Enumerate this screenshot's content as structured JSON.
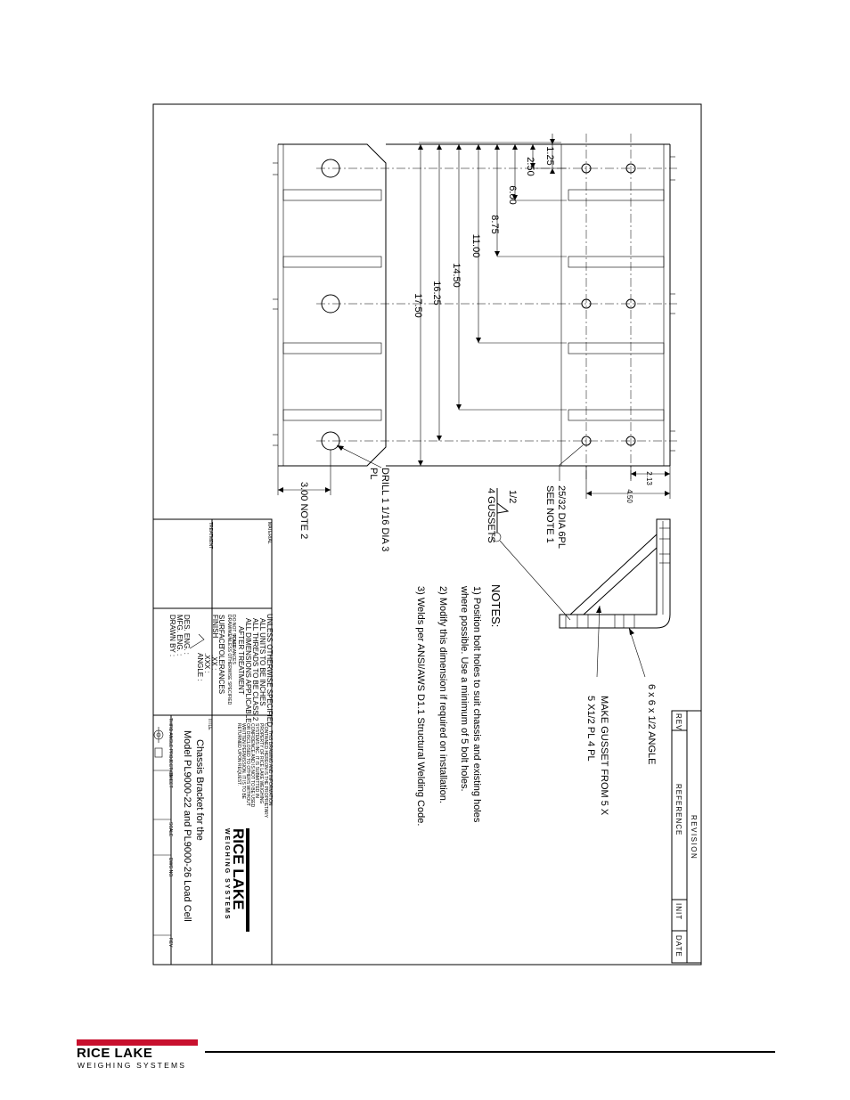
{
  "drawing": {
    "dimensions": [
      "1.25",
      "2.50",
      "6.00",
      "8.75",
      "11.00",
      "14.50",
      "16.25",
      "17.50",
      "2.13",
      "4.50",
      "3.00 NOTE 2"
    ],
    "callouts": {
      "bolt_holes_1": "25/32 DIA   6PL",
      "bolt_holes_2": "SEE NOTE 1",
      "drill_1": "DRILL 1 1/16 DIA 3",
      "drill_2": "PL",
      "weld_size": "1/2",
      "weld_count": "4 GUSSETS",
      "angle": "6 x 6 x 1/2 ANGLE",
      "gusset_1": "MAKE GUSSET FROM 5 X",
      "gusset_2": "5 X1/2 PL   4 PL"
    },
    "notes": {
      "heading": "NOTES:",
      "lines": [
        "1)  Position bolt holes to suit chassis and existing holes",
        "where possible. Use a minimum of 5 bolt holes.",
        "2)  Modify this dimension if required on installation.",
        "3)  Welds per ANSI/AWS D1.1 Structural    Welding Code."
      ]
    },
    "revision_block": {
      "title": "REVISION",
      "rev": "REV",
      "reference": "REFERENCE",
      "init": "INIT",
      "date": "DATE"
    },
    "title_block": {
      "company": "RICE LAKE",
      "company_sub": "WEIGHING SYSTEMS",
      "title_1": "Chassis Bracket for the",
      "title_2": "Model PL9000-22 and PL9000-26 Load Cell",
      "title_label": "TITLE",
      "material_label": "MATERIAL",
      "treatment_label": "TREATMENT",
      "tolerance_lines": [
        "UNLESS OTHERWISE SPECIFIED",
        "ALL UNITS TO BE INCHES",
        "ALL THREADS TO BE CLASS 2",
        "ALL DIMENSIONS APPLICABLE",
        "AFTER TREATMENT"
      ],
      "tolerance_small": [
        "DO NOT SCALE",
        "DRAWING",
        "TOLERANCES",
        "UNLESS OTHERWISE SPECIFIED"
      ],
      "finish_lines": [
        "SURFACE",
        "FINISH"
      ],
      "tol_values": [
        ".XX :",
        ".XXX :",
        "ANGLE :"
      ],
      "tol_heading": "TOLERANCES",
      "eng_lines": [
        "DES. ENG. :",
        "MFG. ENG. :",
        "DRAWN BY :"
      ],
      "proprietary_lines": [
        "THIS DRAWING AND INFORMATION",
        "CONTAINED HEREON IS THE PROPRIETARY",
        "PROPERTY OF RICE LAKE WEIGHING",
        "SYSTEMS INC. IT IS SUBMITTED IN",
        "CONFIDENCE AND IS NOT TO BE USED",
        "OR DISCLOSED TO OTHERS WITHOUT",
        "WRITTEN PERMISSION. IT IS TO BE",
        "RETURNED UPON REQUEST."
      ],
      "third_angle": "THIRD ANGLE PROJECTION",
      "sheet_label": "SHEET",
      "scale_label": "SCALE",
      "dwg_label": "DWG NO.",
      "rev_label": "REV"
    }
  },
  "footer": {
    "logo_name": "RICE LAKE",
    "logo_sub": "WEIGHING SYSTEMS"
  }
}
